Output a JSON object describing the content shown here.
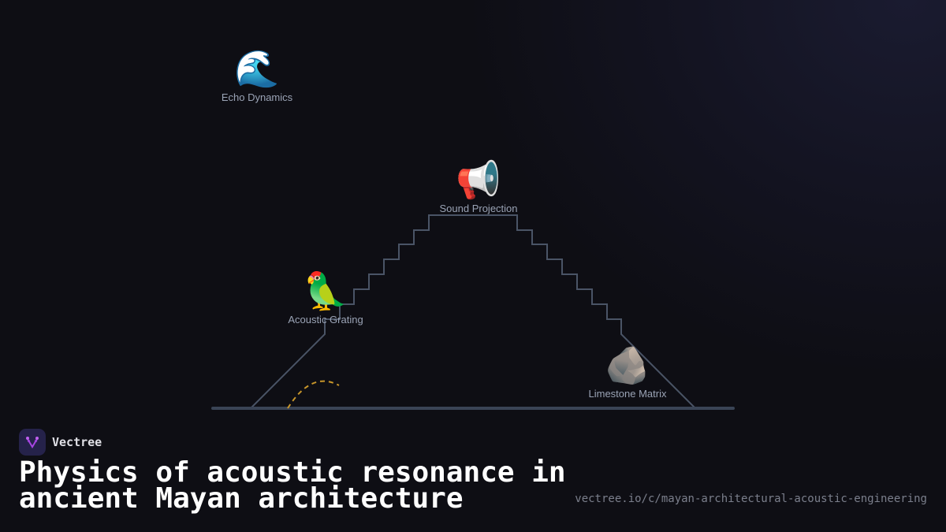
{
  "nodes": [
    {
      "label": "Echo Dynamics",
      "icon": "water-wave-icon",
      "glyph": "🌊"
    },
    {
      "label": "Sound Projection",
      "icon": "megaphone-icon",
      "glyph": "📢"
    },
    {
      "label": "Acoustic Grating",
      "icon": "parrot-icon",
      "glyph": "🦜"
    },
    {
      "label": "Limestone Matrix",
      "icon": "rock-icon",
      "glyph": "🪨"
    }
  ],
  "colors": {
    "stairs": "#4a5466",
    "ground": "#3a4456",
    "arc": "#c8962a",
    "accent": "#a545e0"
  },
  "brand": {
    "name": "Vectree",
    "icon": "vectree-logo-icon"
  },
  "title": "Physics of acoustic resonance in ancient Mayan architecture",
  "url": "vectree.io/c/mayan-architectural-acoustic-engineering"
}
